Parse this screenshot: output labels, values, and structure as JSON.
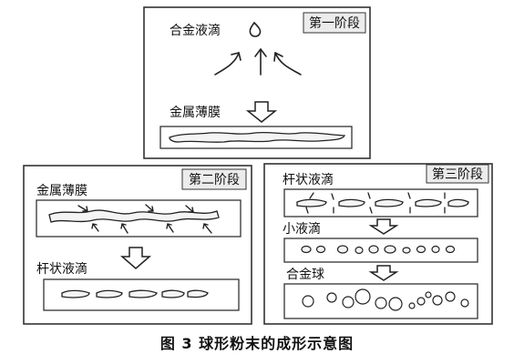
{
  "stage1": {
    "title": "第一阶段",
    "droplet_label": "合金液滴",
    "film_label": "金属薄膜"
  },
  "stage2": {
    "title": "第二阶段",
    "film_label": "金属薄膜",
    "rod_label": "杆状液滴"
  },
  "stage3": {
    "title": "第三阶段",
    "rod_label": "杆状液滴",
    "small_label": "小液滴",
    "ball_label": "合金球"
  },
  "caption": "图 3   球形粉末的成形示意图"
}
